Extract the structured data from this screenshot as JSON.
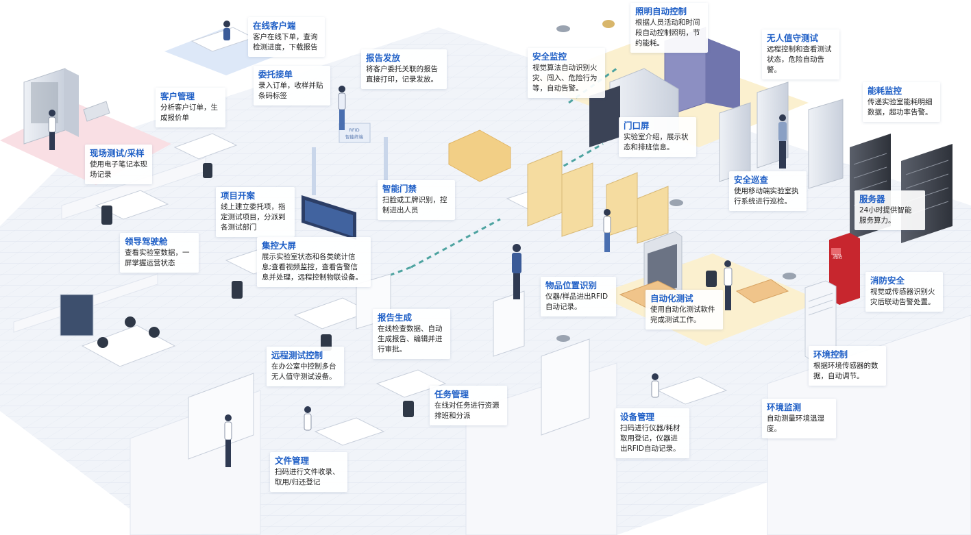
{
  "colors": {
    "title": "#1f5fc6",
    "text": "#222222",
    "floor": "#eef1f7",
    "accent_pink": "#f7d8de",
    "accent_yellow": "#fbefc9",
    "accent_blue": "#dde7f7",
    "dashed_link": "#4da3a0"
  },
  "features": [
    {
      "key": "online-client",
      "title": "在线客户端",
      "desc": "客户在线下单，查询\n检测进度，下载报告"
    },
    {
      "key": "report-issue",
      "title": "报告发放",
      "desc": "将客户委托关联的报告\n直接打印，记录发放。"
    },
    {
      "key": "commission",
      "title": "委托接单",
      "desc": "录入订单，收样并贴\n条码标签"
    },
    {
      "key": "customer-mgmt",
      "title": "客户管理",
      "desc": "分析客户订单，生\n成报价单"
    },
    {
      "key": "field-test",
      "title": "现场测试/采样",
      "desc": "使用电子笔记本现\n场记录"
    },
    {
      "key": "project-start",
      "title": "项目开案",
      "desc": "线上建立委托项，指\n定测试项目，分派到\n各测试部门"
    },
    {
      "key": "leader-cockpit",
      "title": "领导驾驶舱",
      "desc": "查看实验室数据，一\n屏掌握运营状态"
    },
    {
      "key": "control-screen",
      "title": "集控大屏",
      "desc": "展示实验室状态和各类统计信\n息;查看视频监控，查看告警信\n息并处理，远程控制物联设备。"
    },
    {
      "key": "smart-access",
      "title": "智能门禁",
      "desc": "扫脸或工牌识别，控\n制进出人员"
    },
    {
      "key": "report-gen",
      "title": "报告生成",
      "desc": "在线检查数据、自动\n生成报告、编辑并进\n行审批。"
    },
    {
      "key": "remote-test",
      "title": "远程测试控制",
      "desc": "在办公室中控制多台\n无人值守测试设备。"
    },
    {
      "key": "task-mgmt",
      "title": "任务管理",
      "desc": "在线对任务进行资源\n排班和分派"
    },
    {
      "key": "file-mgmt",
      "title": "文件管理",
      "desc": "扫码进行文件收录、\n取用/归还登记"
    },
    {
      "key": "item-location",
      "title": "物品位置识别",
      "desc": "仪器/样品进出RFID\n自动记录。"
    },
    {
      "key": "safety-monitor",
      "title": "安全监控",
      "desc": "视觉算法自动识别火\n灾、闯入、危险行为\n等，自动告警。"
    },
    {
      "key": "lighting-control",
      "title": "照明自动控制",
      "desc": "根据人员活动和时间\n段自动控制照明，节\n约能耗。"
    },
    {
      "key": "unattended-test",
      "title": "无人值守测试",
      "desc": "远程控制和查看测试\n状态，危险自动告\n警。"
    },
    {
      "key": "energy-monitor",
      "title": "能耗监控",
      "desc": "传递实验室能耗明细\n数据，超功率告警。"
    },
    {
      "key": "door-screen",
      "title": "门口屏",
      "desc": "实验室介绍，展示状\n态和排班信息。"
    },
    {
      "key": "safety-patrol",
      "title": "安全巡查",
      "desc": "使用移动端实验室执\n行系统进行巡检。"
    },
    {
      "key": "server",
      "title": "服务器",
      "desc": "24小时提供智能\n服务算力。"
    },
    {
      "key": "automation-test",
      "title": "自动化测试",
      "desc": "使用自动化测试软件\n完成测试工作。"
    },
    {
      "key": "fire-safety",
      "title": "消防安全",
      "desc": "视觉或传感器识别火\n灾后联动告警处置。"
    },
    {
      "key": "env-control",
      "title": "环境控制",
      "desc": "根据环境传感器的数\n据，自动调节。"
    },
    {
      "key": "env-monitor",
      "title": "环境监测",
      "desc": "自动测量环境温湿\n度。"
    },
    {
      "key": "device-mgmt",
      "title": "设备管理",
      "desc": "扫码进行仪器/耗材\n取用登记，仪器进\n出RFID自动记录。"
    }
  ],
  "signs": {
    "rfid_gate": "RFID\n智能终端",
    "fire_cabinet": "消防"
  }
}
